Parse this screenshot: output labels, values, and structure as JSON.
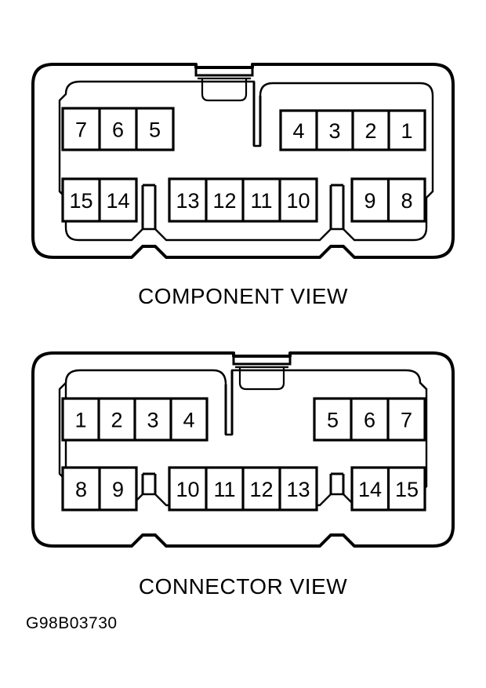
{
  "figure": {
    "code": "G98B03730",
    "views": [
      {
        "id": "component-view",
        "caption": "COMPONENT VIEW",
        "pin_groups": [
          {
            "id": "top-left",
            "pins": [
              "7",
              "6",
              "5"
            ]
          },
          {
            "id": "top-right",
            "pins": [
              "4",
              "3",
              "2",
              "1"
            ]
          },
          {
            "id": "bottom-left",
            "pins": [
              "15",
              "14"
            ]
          },
          {
            "id": "bottom-mid",
            "pins": [
              "13",
              "12",
              "11",
              "10"
            ]
          },
          {
            "id": "bottom-right",
            "pins": [
              "9",
              "8"
            ]
          }
        ]
      },
      {
        "id": "connector-view",
        "caption": "CONNECTOR VIEW",
        "pin_groups": [
          {
            "id": "top-left",
            "pins": [
              "1",
              "2",
              "3",
              "4"
            ]
          },
          {
            "id": "top-right",
            "pins": [
              "5",
              "6",
              "7"
            ]
          },
          {
            "id": "bottom-left",
            "pins": [
              "8",
              "9"
            ]
          },
          {
            "id": "bottom-mid",
            "pins": [
              "10",
              "11",
              "12",
              "13"
            ]
          },
          {
            "id": "bottom-right",
            "pins": [
              "14",
              "15"
            ]
          }
        ]
      }
    ]
  },
  "colors": {
    "ink": "#000000",
    "paper": "#ffffff"
  }
}
